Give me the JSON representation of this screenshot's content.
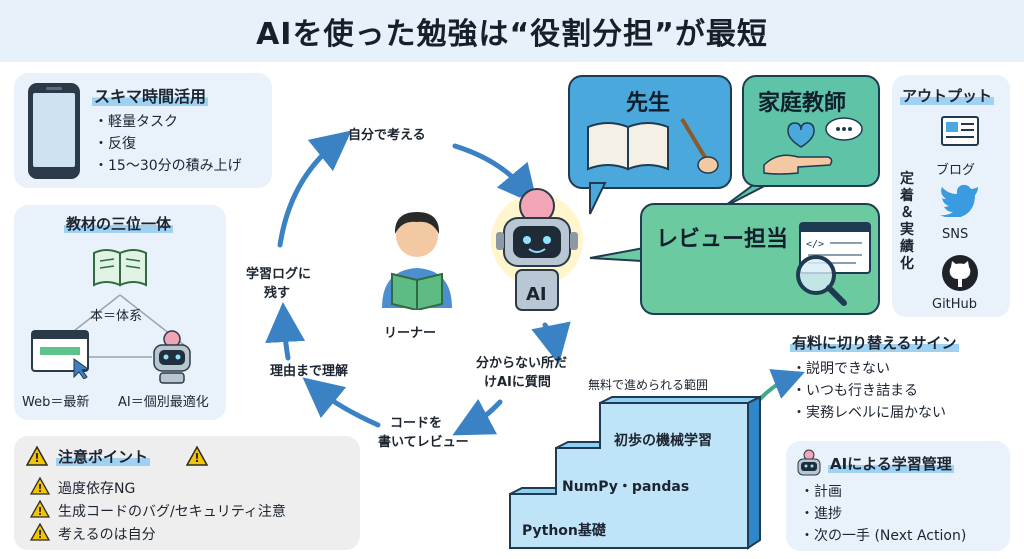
{
  "title": "AIを使った勉強は“役割分担”が最短",
  "sukima": {
    "heading": "スキマ時間活用",
    "items": [
      "・軽量タスク",
      "・反復",
      "・15〜30分の積み上げ"
    ]
  },
  "kyozai": {
    "heading": "教材の三位一体",
    "book_label": "本＝体系",
    "web_label": "Web＝最新",
    "ai_label": "AI＝個別最適化"
  },
  "cycle": {
    "think": "自分で考える",
    "log_line1": "学習ログに",
    "log_line2": "残す",
    "reason": "理由まで理解",
    "code_line1": "コードを",
    "code_line2": "書いてレビュー",
    "ask_line1": "分からない所だ",
    "ask_line2": "けAIに質問",
    "learner": "リーナー",
    "ai": "AI"
  },
  "roles": {
    "teacher": "先生",
    "tutor": "家庭教師",
    "reviewer": "レビュー担当"
  },
  "output": {
    "heading": "アウトプット",
    "side_label": "定着＆実績化",
    "items": [
      "ブログ",
      "SNS",
      "GitHub"
    ]
  },
  "paid": {
    "heading": "有料に切り替えるサイン",
    "items": [
      "・説明できない",
      "・いつも行き詰まる",
      "・実務レベルに届かない"
    ]
  },
  "stairs": {
    "free_range": "無料で進められる範囲",
    "steps": [
      "Python基礎",
      "NumPy・pandas",
      "初歩の機械学習"
    ]
  },
  "caution": {
    "heading": "注意ポイント",
    "items": [
      "過度依存NG",
      "生成コードのバグ/セキュリティ注意",
      "考えるのは自分"
    ]
  },
  "management": {
    "heading": "AIによる学習管理",
    "items": [
      "・計画",
      "・進捗",
      "・次の一手 (Next Action)"
    ]
  },
  "colors": {
    "teacher_bg": "#4aa8dc",
    "tutor_bg": "#5ec3a7",
    "reviewer_bg": "#6ccaa1",
    "panel_bg": "#e9f2fb",
    "arrow": "#3b82c4"
  }
}
